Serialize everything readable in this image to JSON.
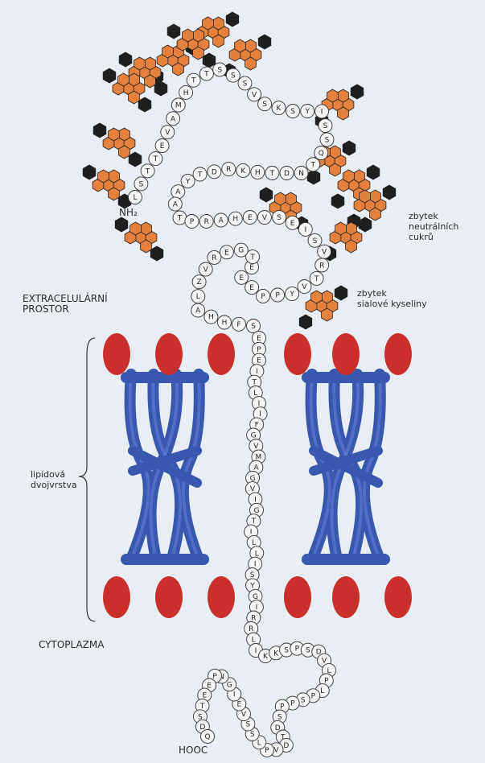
{
  "labels": {
    "nh2": "NH₂",
    "hooc": "HOOC",
    "extracellular_1": "EXTRACELULÁRNÍ",
    "extracellular_2": "PROSTOR",
    "cytoplasm": "CYTOPLAZMA",
    "lipid_1": "lipidová",
    "lipid_2": "dvojvrstva",
    "neutral_1": "zbytek",
    "neutral_2": "neutrálních",
    "neutral_3": "cukrů",
    "sialic_1": "zbytek",
    "sialic_2": "sialové kyseliny"
  },
  "chain_left": [
    "L",
    "S",
    "T",
    "T",
    "E",
    "V",
    "A",
    "M",
    "H",
    "T",
    "T",
    "S",
    "S",
    "S",
    "V",
    "S",
    "K",
    "S",
    "Y",
    "I",
    "S",
    "S",
    "Q",
    "T",
    "N",
    "D",
    "T",
    "H",
    "K",
    "R",
    "D",
    "T",
    "Y",
    "A",
    "A",
    "T",
    "P",
    "R",
    "A",
    "H",
    "E",
    "V",
    "S",
    "E",
    "I",
    "S",
    "V",
    "R",
    "T",
    "V",
    "Y",
    "P",
    "P",
    "E",
    "E",
    "E",
    "T",
    "G",
    "E",
    "R",
    "V",
    "Z",
    "L",
    "A",
    "H",
    "H",
    "F",
    "S"
  ],
  "chain_tm": [
    "E",
    "P",
    "E",
    "I",
    "T",
    "L",
    "I",
    "I",
    "F",
    "G",
    "V",
    "M",
    "A",
    "G",
    "V",
    "I",
    "G",
    "T",
    "I",
    "L",
    "L",
    "I",
    "S",
    "Y",
    "G",
    "I",
    "R",
    "R",
    "L",
    "I"
  ],
  "chain_cyto": [
    "K",
    "K",
    "S",
    "P",
    "S",
    "D",
    "V",
    "L",
    "P",
    "L",
    "P",
    "S",
    "P",
    "P",
    "S",
    "D",
    "T",
    "D",
    "V",
    "P",
    "L",
    "S",
    "S",
    "V",
    "E",
    "I",
    "G",
    "N",
    "P",
    "E",
    "E",
    "T",
    "S",
    "D",
    "Q"
  ],
  "colors": {
    "lipid_blue": "#3a57b0",
    "head_red": "#c9302c",
    "sugar_orange": "#e4803c",
    "sialic_black": "#1f1f1f"
  }
}
